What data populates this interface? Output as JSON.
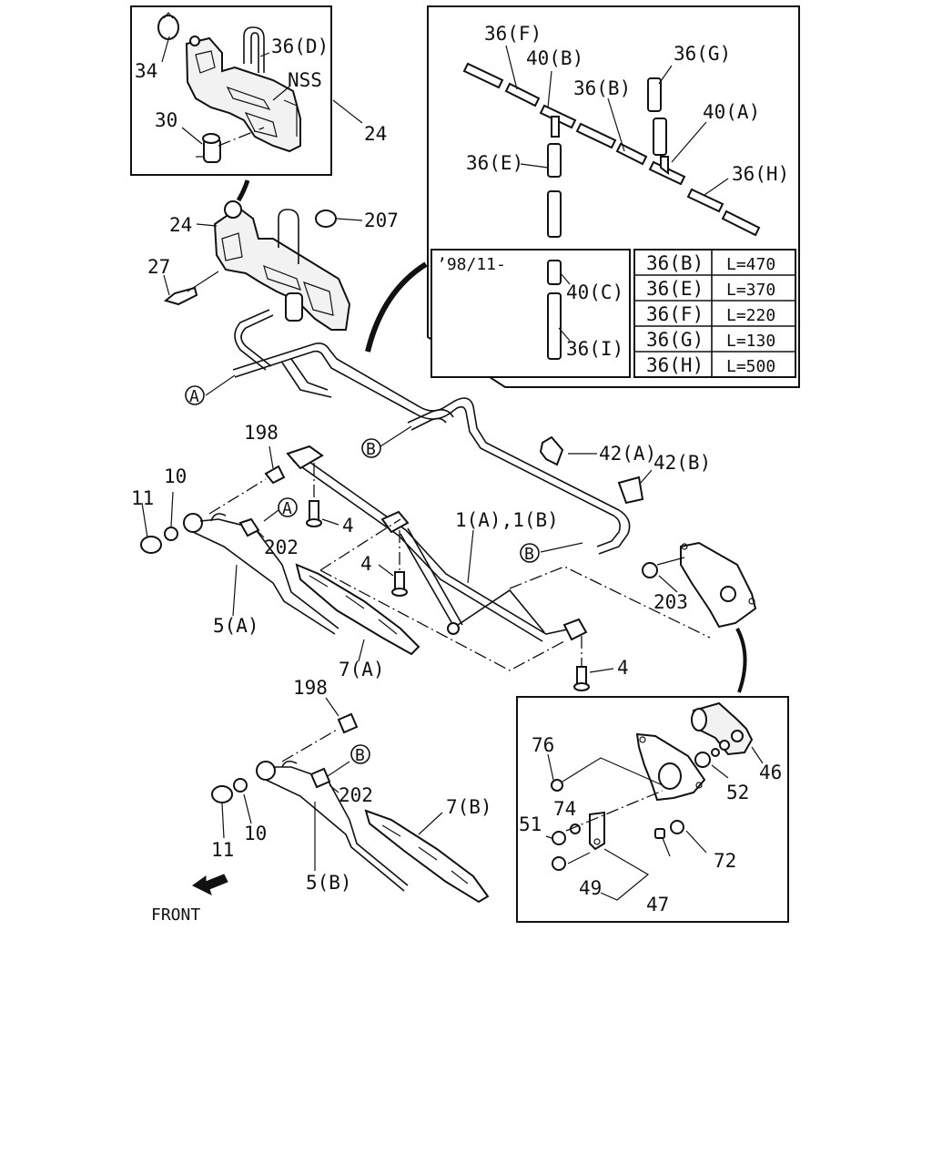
{
  "callouts": {
    "c34": "34",
    "c36D": "36(D)",
    "cNSS": "NSS",
    "c30": "30",
    "c24top": "24",
    "c24": "24",
    "c207": "207",
    "c27": "27",
    "cA1": "A",
    "c36F": "36(F)",
    "c40B": "40(B)",
    "c36G": "36(G)",
    "c36B": "36(B)",
    "c40A": "40(A)",
    "c36E": "36(E)",
    "c36H": "36(H)",
    "cSince": "’98/11-",
    "c40C": "40(C)",
    "c36I": "36(I)",
    "c198a": "198",
    "c10a": "10",
    "c11a": "11",
    "cA2": "A",
    "c4a": "4",
    "c202a": "202",
    "cB1": "B",
    "c42A": "42(A)",
    "c42B": "42(B)",
    "c1AB": "1(A),1(B)",
    "cB2": "B",
    "c4b": "4",
    "c203": "203",
    "c5A": "5(A)",
    "c7A": "7(A)",
    "c4c": "4",
    "c198b": "198",
    "cB3": "B",
    "c202b": "202",
    "c11b": "11",
    "c10b": "10",
    "c5B": "5(B)",
    "c7B": "7(B)",
    "cFront": "FRONT",
    "c76": "76",
    "c46": "46",
    "c52": "52",
    "c74": "74",
    "c51": "51",
    "c72": "72",
    "c49": "49",
    "c47": "47"
  },
  "length_table": {
    "rows": [
      {
        "part": "36(B)",
        "length": "L=470"
      },
      {
        "part": "36(E)",
        "length": "L=370"
      },
      {
        "part": "36(F)",
        "length": "L=220"
      },
      {
        "part": "36(G)",
        "length": "L=130"
      },
      {
        "part": "36(H)",
        "length": "L=500"
      }
    ]
  }
}
